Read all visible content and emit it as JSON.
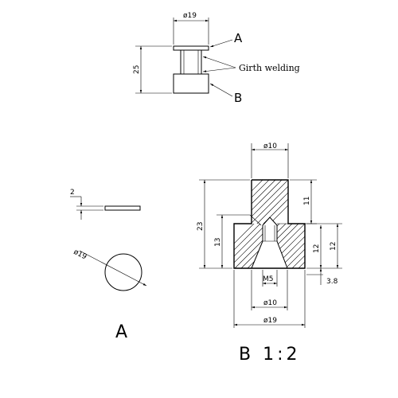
{
  "top_view": {
    "dim_top": "ø19",
    "dim_left": "25",
    "label_a": "A",
    "label_b": "B",
    "annotation": "Girth welding"
  },
  "part_a": {
    "dim_thickness": "2",
    "dim_diameter": "ø19",
    "view_label": "A"
  },
  "part_b": {
    "dim_top_width": "ø10",
    "dim_total_height": "23",
    "dim_lower_height": "13",
    "dim_top_height": "11",
    "dim_right_12a": "12",
    "dim_right_12b": "12",
    "dim_right_3_8": "3.8",
    "dim_thread": "M5",
    "dim_bottom_10": "ø10",
    "dim_bottom_19": "ø19",
    "view_label": "B 1:2"
  }
}
